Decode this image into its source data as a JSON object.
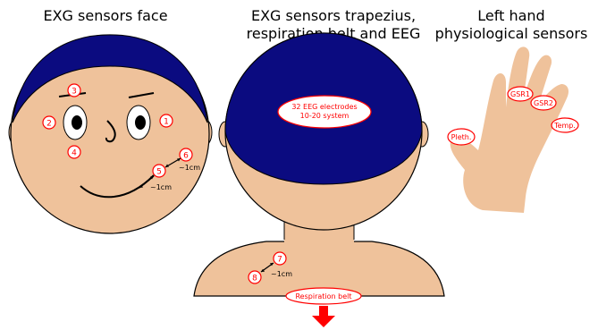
{
  "titles": {
    "face": "EXG sensors face",
    "trapezius_line1": "EXG sensors trapezius,",
    "trapezius_line2": "respiration belt and EEG",
    "hand_line1": "Left hand",
    "hand_line2": "physiological sensors"
  },
  "face_electrodes": [
    "1",
    "2",
    "3",
    "4",
    "5",
    "6"
  ],
  "distances": {
    "face_upper": "~1cm",
    "face_lower": "~1cm",
    "trapezius": "~1cm"
  },
  "eeg": {
    "line1": "32 EEG electrodes",
    "line2": "10-20 system"
  },
  "trapezius_electrodes": [
    "7",
    "8"
  ],
  "respiration_belt": "Respiration belt",
  "hand_sensors": {
    "gsr1": "GSR1",
    "gsr2": "GSR2",
    "temp": "Temp.",
    "pleth": "Pleth."
  },
  "colors": {
    "skin": "#EFC29B",
    "hair": "#0B0B80",
    "marker": "#FF0000",
    "outline": "#000000"
  }
}
